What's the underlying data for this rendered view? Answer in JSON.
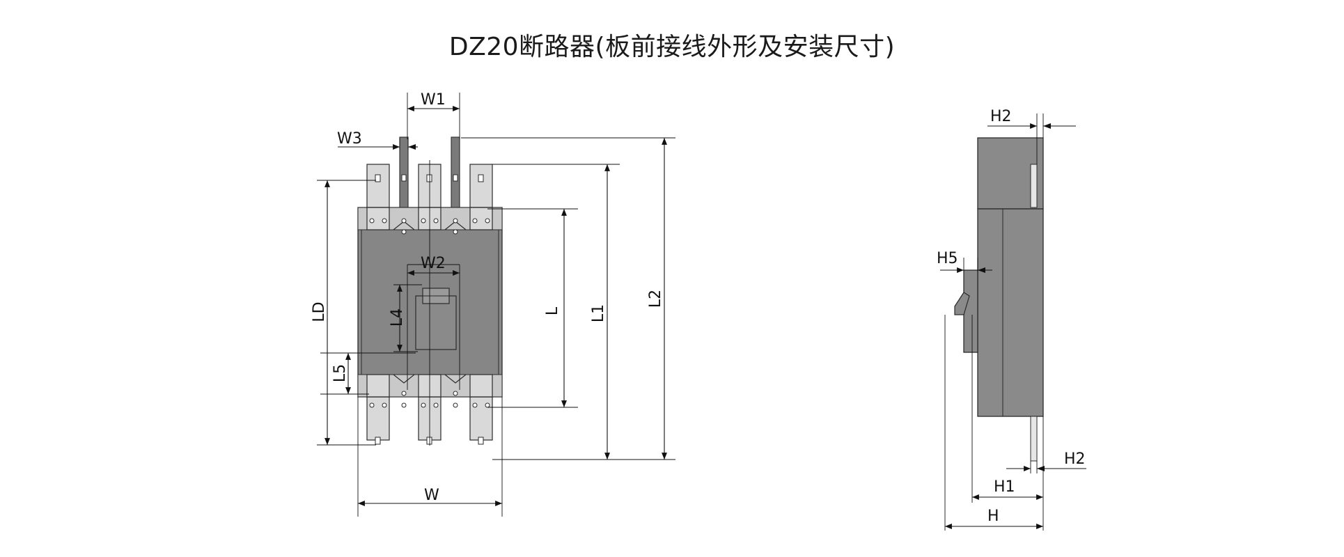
{
  "title": "DZ20断路器(板前接线外形及安装尺寸)",
  "labels": {
    "W1": "W1",
    "W3": "W3",
    "W2": "W2",
    "W": "W",
    "LD": "LD",
    "L4": "L4",
    "L5": "L5",
    "L": "L",
    "L1": "L1",
    "L2": "L2",
    "H2_top": "H2",
    "H5": "H5",
    "H2_bottom": "H2",
    "H1": "H1",
    "H": "H"
  },
  "colors": {
    "body": "#8a8a8a",
    "terminal": "#d9d9d9",
    "line": "#111111"
  }
}
